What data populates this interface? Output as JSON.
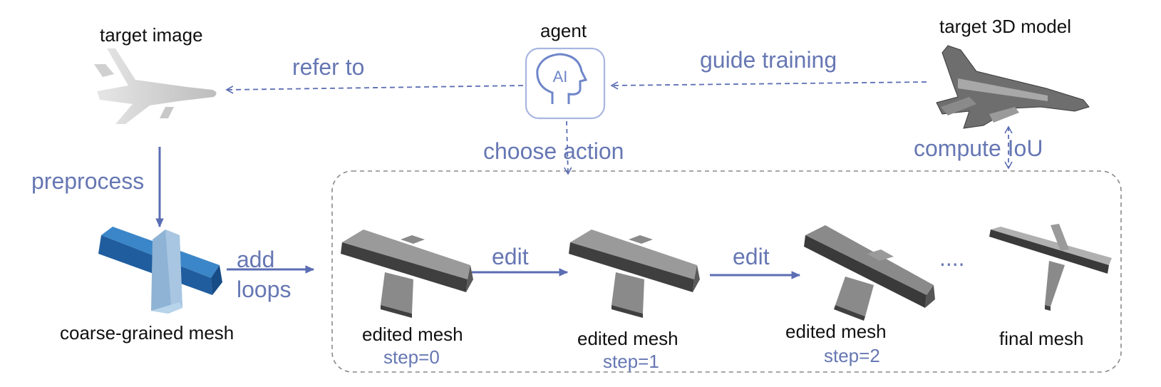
{
  "labels": {
    "target_image": "target image",
    "agent": "agent",
    "target_3d_model": "target 3D model",
    "refer_to": "refer to",
    "guide_training": "guide training",
    "choose_action": "choose action",
    "compute_iou": "compute IoU",
    "preprocess": "preprocess",
    "add": "add",
    "loops": "loops",
    "edit_1": "edit",
    "edit_2": "edit",
    "ellipsis": "....",
    "coarse_mesh": "coarse-grained mesh",
    "final_mesh": "final mesh"
  },
  "agent_icon_text": "AI",
  "edited_meshes": [
    {
      "label": "edited mesh",
      "step": "step=0"
    },
    {
      "label": "edited mesh",
      "step": "step=1"
    },
    {
      "label": "edited mesh",
      "step": "step=2"
    }
  ],
  "colors": {
    "accent": "#6677b3",
    "arrow": "#5b6db3",
    "text": "#111111",
    "mesh_dark": "#4a4a4a",
    "mesh_light": "#9a9a9a",
    "coarse_blue": "#2f6fb0",
    "dashed_box": "#888888"
  }
}
